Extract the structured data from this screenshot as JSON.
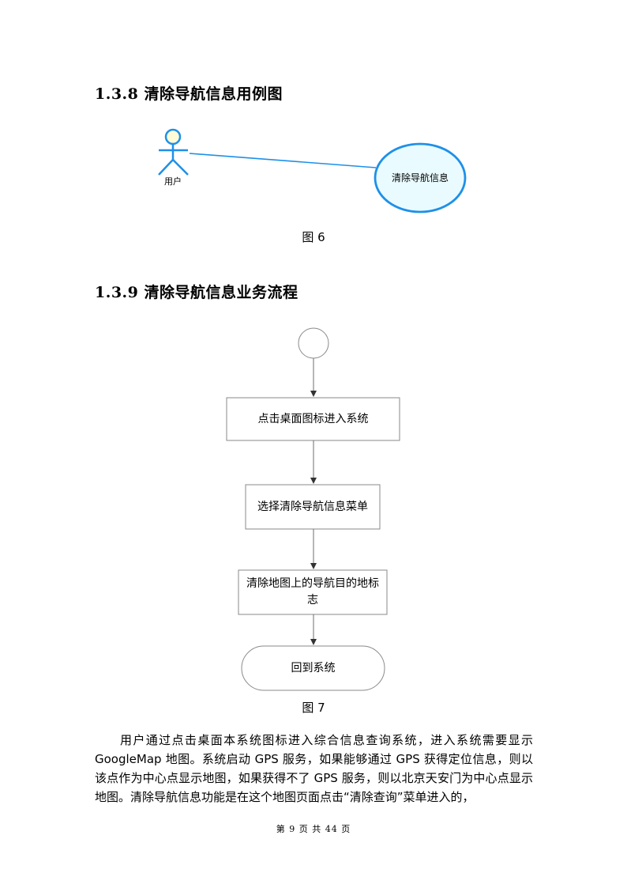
{
  "section_1_3_8": {
    "heading": "1.3.8 清除导航信息用例图",
    "actor_label": "用户",
    "usecase_label": "清除导航信息",
    "caption": "图 6"
  },
  "section_1_3_9": {
    "heading": "1.3.9 清除导航信息业务流程",
    "steps": [
      "点击桌面图标进入系统",
      "选择清除导航信息菜单",
      "清除地图上的导航目的地标志"
    ],
    "end_label": "回到系统",
    "caption": "图 7"
  },
  "paragraph": "用户通过点击桌面本系统图标进入综合信息查询系统，进入系统需要显示GoogleMap 地图。系统启动 GPS 服务，如果能够通过 GPS 获得定位信息，则以该点作为中心点显示地图，如果获得不了 GPS 服务，则以北京天安门为中心点显示地图。清除导航信息功能是在这个地图页面点击“清除查询”菜单进入的，",
  "footer": "第 9 页 共 44 页",
  "colors": {
    "usecase_stroke": "#1e90e8",
    "usecase_fill": "#e9fbff",
    "actor_stroke": "#1e90e8",
    "actor_head_fill": "#fffbd6",
    "flow_stroke": "#6e6e6e"
  }
}
